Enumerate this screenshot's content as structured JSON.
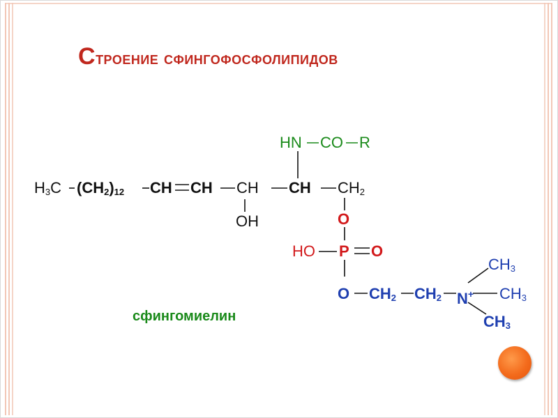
{
  "title": {
    "first": "С",
    "rest": "троение сфингофосфолипидов"
  },
  "formula": {
    "h3c": "H",
    "h3c_sub": "3",
    "h3c_c": "C",
    "ch2n": "(CH",
    "ch2n_sub": "2",
    "ch2n_close": ")",
    "ch2n_n": "12",
    "ch_a": "CH",
    "ch_b": "CH",
    "ch_c": "CH",
    "ch_d": "CH",
    "ch2_end": "CH",
    "ch2_end_sub": "2",
    "oh": "OH",
    "hn": "HN",
    "co": "CO",
    "r": "R",
    "o_top": "O",
    "ho": "HO",
    "p": "P",
    "o_right": "O",
    "o_low": "O",
    "ch2_1": "CH",
    "ch2_1_sub": "2",
    "ch2_2": "CH",
    "ch2_2_sub": "2",
    "n": "N",
    "n_plus": "+",
    "ch3_top": "CH",
    "ch3_top_sub": "3",
    "ch3_right": "CH",
    "ch3_right_sub": "3",
    "ch3_bottom": "CH",
    "ch3_bottom_sub": "3"
  },
  "caption": "сфингомиелин",
  "colors": {
    "title": "#c0271d",
    "acyl": "#1a8a1a",
    "phosphate": "#d2191b",
    "choline": "#1f3fb0",
    "frame": "#f4c8b8",
    "accent_circle": "#f36b1c"
  }
}
